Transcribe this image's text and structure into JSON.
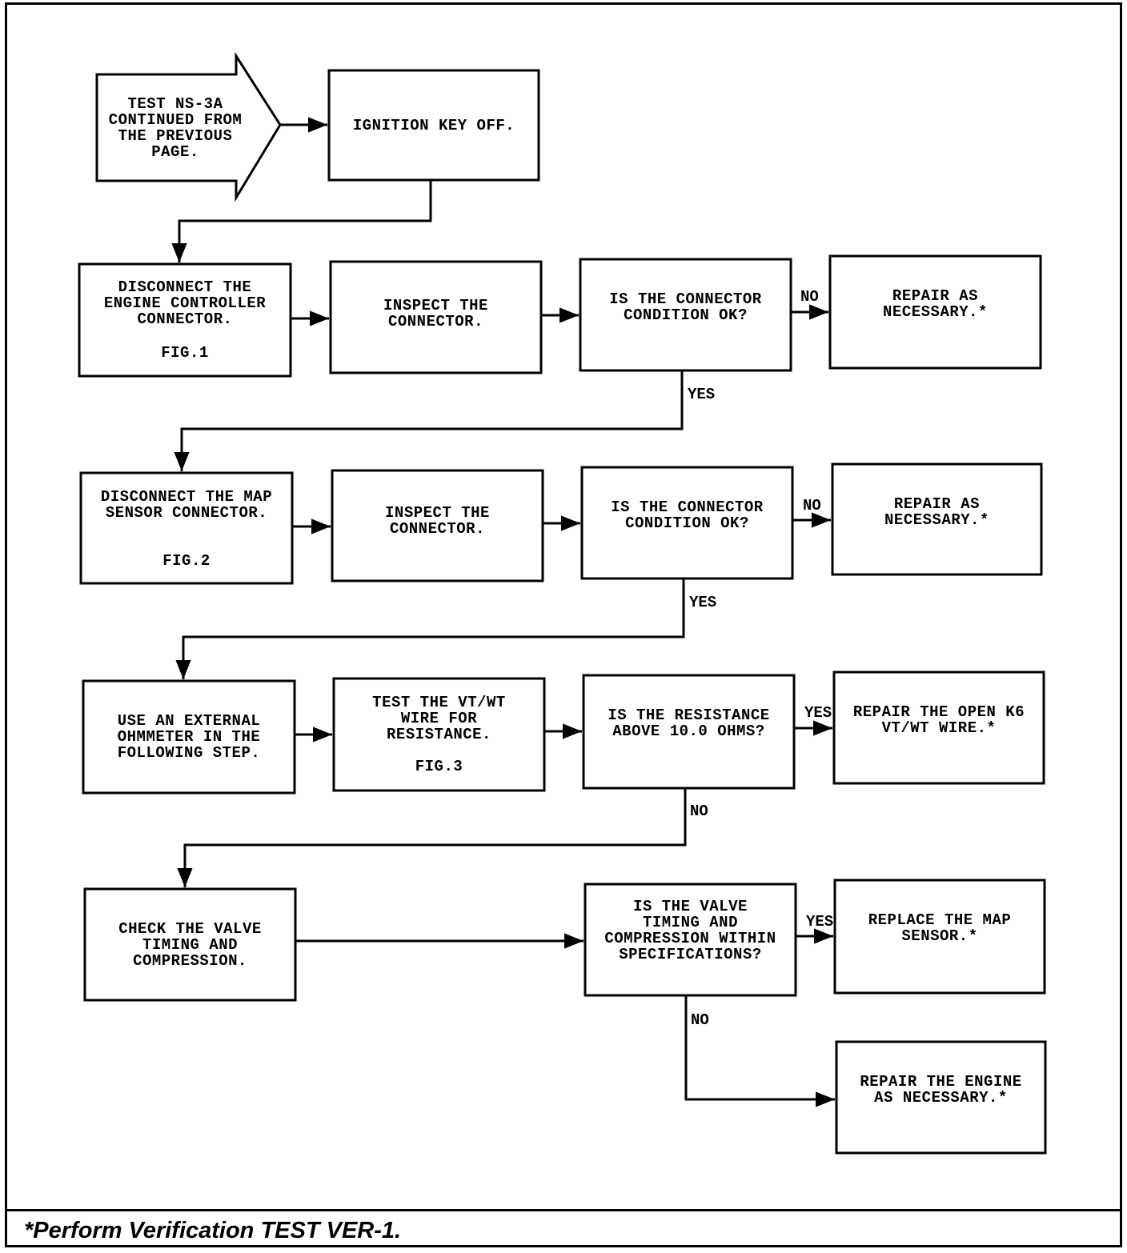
{
  "flowchart": {
    "start": "TEST NS-3A\nCONTINUED FROM\nTHE PREVIOUS\nPAGE.",
    "ignition": "IGNITION KEY OFF.",
    "row1": {
      "action": "DISCONNECT THE\nENGINE CONTROLLER\nCONNECTOR.",
      "action_fig": "FIG.1",
      "inspect": "INSPECT THE\nCONNECTOR.",
      "decision": "IS THE CONNECTOR\nCONDITION OK?",
      "no_label": "NO",
      "repair": "REPAIR AS\nNECESSARY.*",
      "yes_label": "YES"
    },
    "row2": {
      "action": "DISCONNECT THE MAP\nSENSOR CONNECTOR.",
      "action_fig": "FIG.2",
      "inspect": "INSPECT THE\nCONNECTOR.",
      "decision": "IS THE CONNECTOR\nCONDITION OK?",
      "no_label": "NO",
      "repair": "REPAIR AS\nNECESSARY.*",
      "yes_label": "YES"
    },
    "row3": {
      "action": "USE AN EXTERNAL\nOHMMETER IN THE\nFOLLOWING STEP.",
      "test": "TEST THE VT/WT\nWIRE FOR\nRESISTANCE.",
      "test_fig": "FIG.3",
      "decision": "IS THE RESISTANCE\nABOVE 10.0 OHMS?",
      "yes_label": "YES",
      "repair": "REPAIR THE OPEN K6\nVT/WT WIRE.*",
      "no_label": "NO"
    },
    "row4": {
      "action": "CHECK THE VALVE\nTIMING AND\nCOMPRESSION.",
      "decision": "IS THE VALVE\nTIMING AND\nCOMPRESSION WITHIN\nSPECIFICATIONS?",
      "yes_label": "YES",
      "replace": "REPLACE THE MAP\nSENSOR.*",
      "no_label": "NO",
      "repair_engine": "REPAIR THE ENGINE\nAS NECESSARY.*"
    }
  },
  "footer": {
    "note": "*Perform Verification TEST VER-1."
  }
}
